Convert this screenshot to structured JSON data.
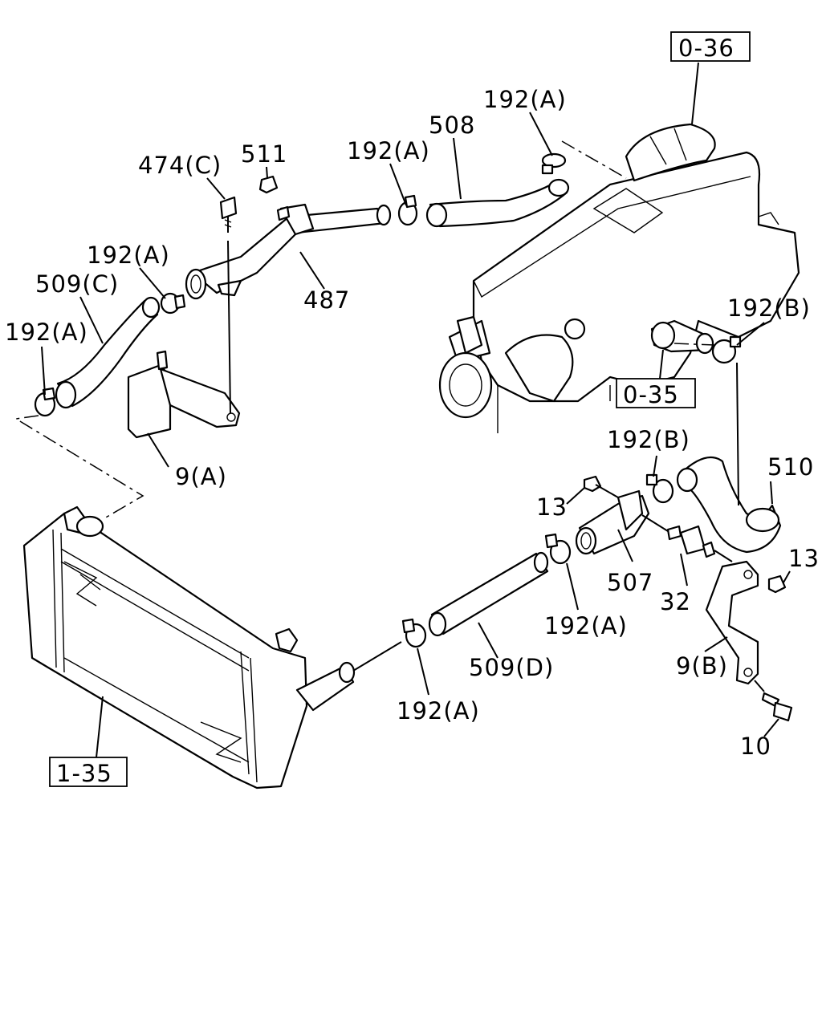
{
  "refs": {
    "r036": "0-36",
    "r035": "0-35",
    "r135": "1-35"
  },
  "callouts": {
    "c474c": "474(C)",
    "c511": "511",
    "c192a_1": "192(A)",
    "c508": "508",
    "c192a_2": "192(A)",
    "c192a_3": "192(A)",
    "c509c": "509(C)",
    "c192a_4": "192(A)",
    "c487": "487",
    "c192b_1": "192(B)",
    "c9a": "9(A)",
    "c192b_2": "192(B)",
    "c510": "510",
    "c13_1": "13",
    "c13_2": "13",
    "c507": "507",
    "c32": "32",
    "c192a_5": "192(A)",
    "c509d": "509(D)",
    "c9b": "9(B)",
    "c192a_6": "192(A)",
    "c10": "10"
  }
}
